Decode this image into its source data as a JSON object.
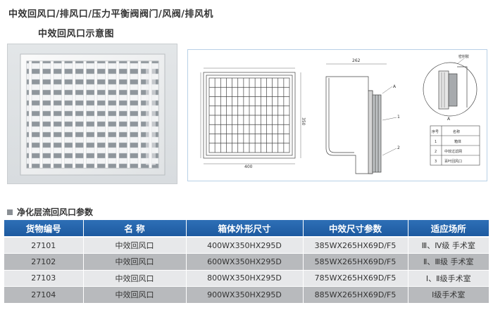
{
  "header": {
    "title": "中效回风口/排风口/压力平衡阀阀门/风阀/排风机",
    "diagram_title": "中效回风口示意图"
  },
  "drawing": {
    "dim_top": "262",
    "dim_width": "400",
    "dim_height": "350",
    "detail_tag": "密封胶",
    "detail_callout": "A",
    "part_no_a": "A",
    "part_no_1": "1",
    "part_no_2": "2",
    "legend": {
      "headers": [
        "序号",
        "名称"
      ],
      "rows": [
        [
          "1",
          "箱体"
        ],
        [
          "2",
          "中效过滤网"
        ],
        [
          "3",
          "百叶回风口"
        ]
      ]
    }
  },
  "section": {
    "title": "净化层流回风口参数"
  },
  "table": {
    "headers": [
      "货物编号",
      "名  称",
      "箱体外形尺寸",
      "中效尺寸参数",
      "适应场所"
    ],
    "rows": [
      [
        "27101",
        "中效回风口",
        "400WX350HX295D",
        "385WX265HX69D/F5",
        "Ⅲ、Ⅳ级  手术室"
      ],
      [
        "27102",
        "中效回风口",
        "600WX350HX295D",
        "585WX265HX69D/F5",
        "Ⅱ、Ⅲ级  手术室"
      ],
      [
        "27103",
        "中效回风口",
        "800WX350HX295D",
        "785WX265HX69D/F5",
        "Ⅰ、Ⅱ级手术室"
      ],
      [
        "27104",
        "中效回风口",
        "900WX350HX295D",
        "885WX265HX69D/F5",
        "Ⅰ级手术室"
      ]
    ]
  },
  "colors": {
    "header_blue": "#1d5aa0",
    "row_light": "#e7e8ea",
    "row_dark": "#b8babd"
  }
}
